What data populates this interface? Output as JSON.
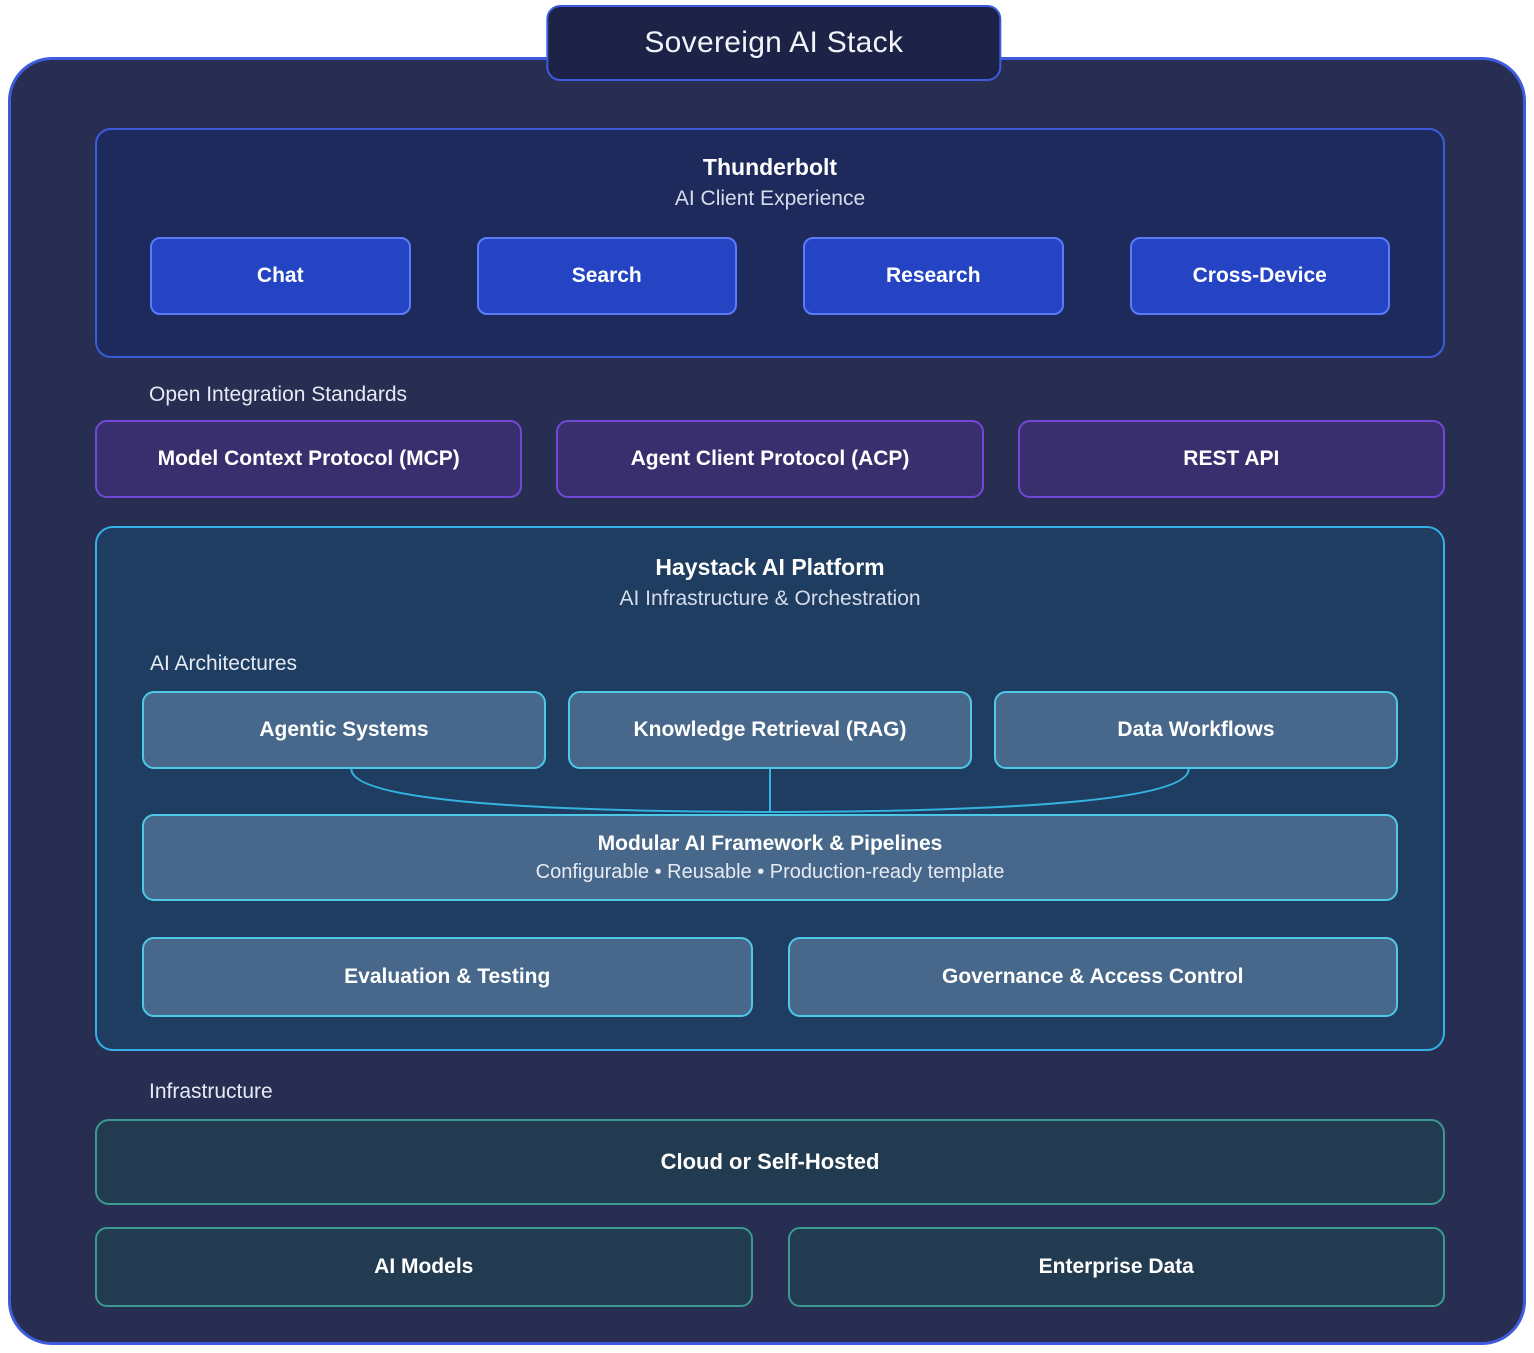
{
  "title": "Sovereign AI Stack",
  "thunderbolt": {
    "title": "Thunderbolt",
    "subtitle": "AI Client Experience",
    "items": [
      "Chat",
      "Search",
      "Research",
      "Cross-Device"
    ]
  },
  "integration": {
    "label": "Open Integration Standards",
    "items": [
      "Model Context Protocol (MCP)",
      "Agent Client Protocol (ACP)",
      "REST API"
    ]
  },
  "haystack": {
    "title": "Haystack AI Platform",
    "subtitle": "AI Infrastructure & Orchestration",
    "architectures_label": "AI Architectures",
    "architectures": [
      "Agentic Systems",
      "Knowledge Retrieval (RAG)",
      "Data Workflows"
    ],
    "framework_title": "Modular AI Framework & Pipelines",
    "framework_subtitle": "Configurable • Reusable • Production-ready template",
    "bottom_items": [
      "Evaluation & Testing",
      "Governance & Access Control"
    ]
  },
  "infrastructure": {
    "label": "Infrastructure",
    "full_item": "Cloud or Self-Hosted",
    "items": [
      "AI Models",
      "Enterprise Data"
    ]
  },
  "colors": {
    "page_bg": "#ffffff",
    "outer_bg": "#282e52",
    "outer_border": "#3d5bdb",
    "client_box_bg": "#1f2a5c",
    "client_item_bg": "#2444c4",
    "client_item_border": "#5b7bfa",
    "protocol_bg": "#3a2f6e",
    "protocol_border": "#7149d6",
    "platform_bg": "#1e3d60",
    "platform_border": "#33b1e8",
    "platform_item_bg": "#47688a",
    "platform_item_border": "#4fc8e8",
    "infra_bg": "#233b50",
    "infra_border": "#3a9a8f",
    "connector": "#35b3e0"
  }
}
